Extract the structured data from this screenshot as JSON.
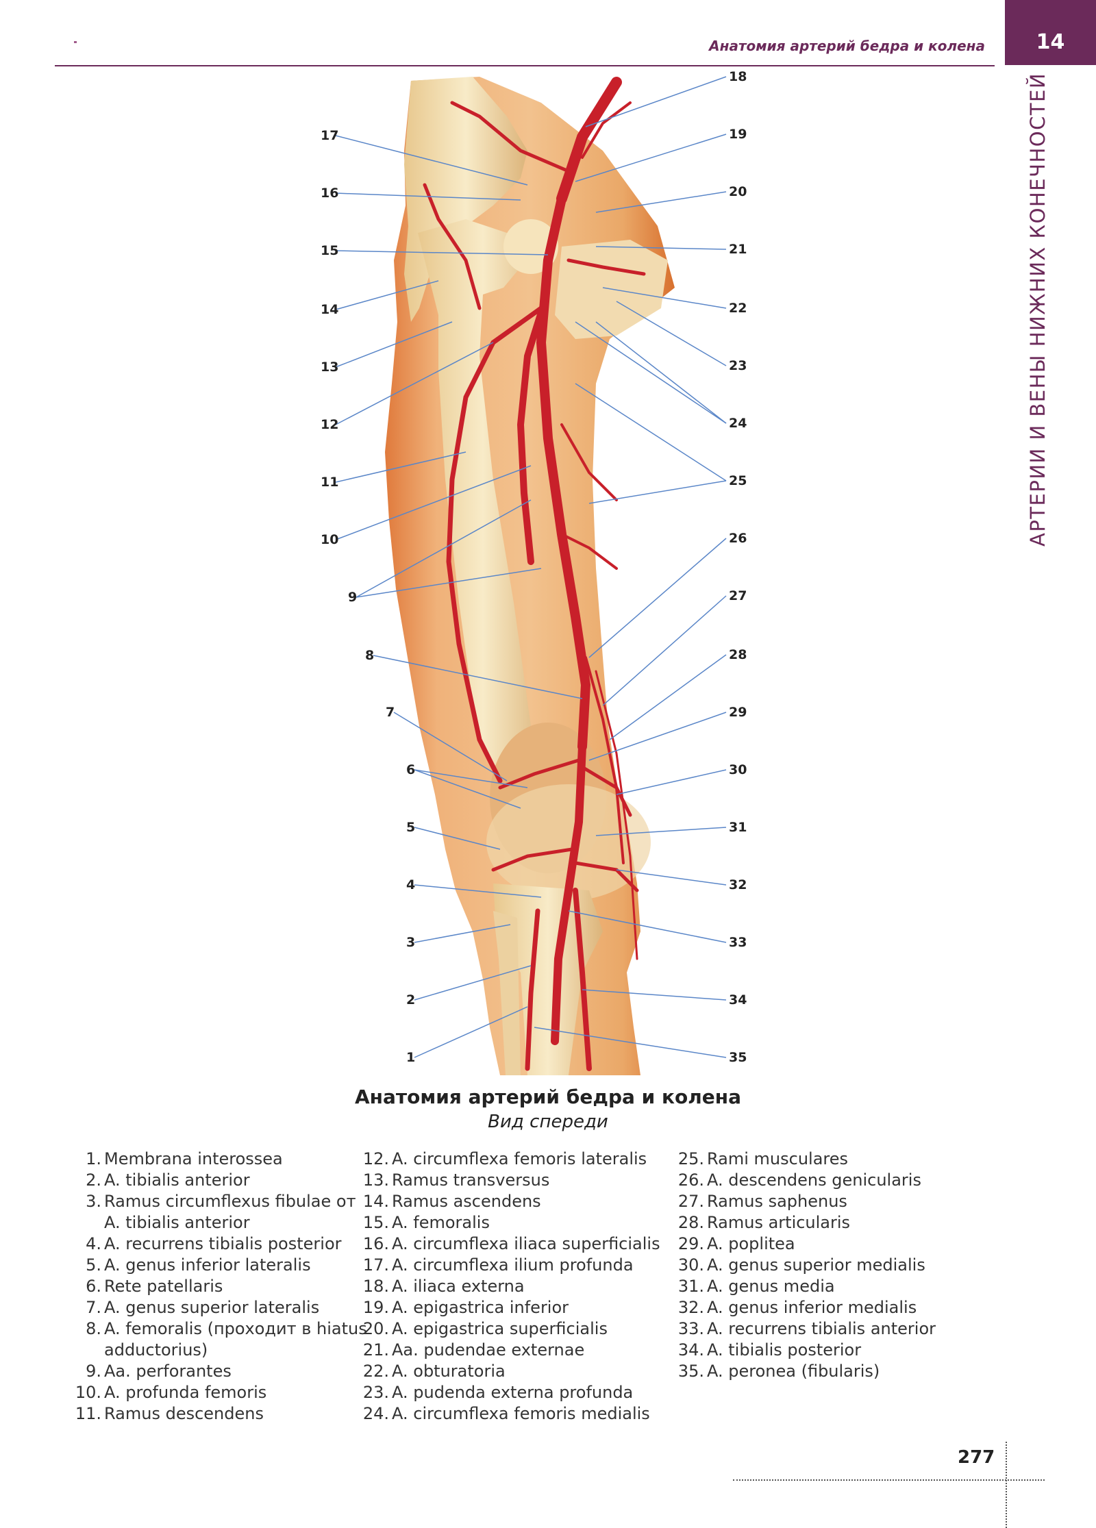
{
  "header": {
    "title": "Анатомия артерий бедра и колена",
    "chapter_number": "14",
    "side_text": "АРТЕРИИ И ВЕНЫ НИЖНИХ КОНЕЧНОСТЕЙ"
  },
  "figure": {
    "left_numbers": [
      "17",
      "16",
      "15",
      "14",
      "13",
      "12",
      "11",
      "10",
      "9",
      "8",
      "7",
      "6",
      "5",
      "4",
      "3",
      "2",
      "1"
    ],
    "right_numbers": [
      "18",
      "19",
      "20",
      "21",
      "22",
      "23",
      "24",
      "25",
      "26",
      "27",
      "28",
      "29",
      "30",
      "31",
      "32",
      "33",
      "34",
      "35"
    ]
  },
  "caption": {
    "title": "Анатомия артерий бедра и колена",
    "subtitle": "Вид спереди"
  },
  "legend": {
    "col1": [
      {
        "n": "1.",
        "t": "Membrana interossea"
      },
      {
        "n": "2.",
        "t": "A. tibialis anterior"
      },
      {
        "n": "3.",
        "t": "Ramus circumflexus fibulae от A. tibialis anterior"
      },
      {
        "n": "4.",
        "t": "A. recurrens tibialis posterior"
      },
      {
        "n": "5.",
        "t": "A. genus inferior lateralis"
      },
      {
        "n": "6.",
        "t": "Rete patellaris"
      },
      {
        "n": "7.",
        "t": "A. genus superior lateralis"
      },
      {
        "n": "8.",
        "t": "A. femoralis (проходит в hiatus adductorius)"
      },
      {
        "n": "9.",
        "t": "Aa. perforantes"
      },
      {
        "n": "10.",
        "t": "A. profunda femoris"
      },
      {
        "n": "11.",
        "t": "Ramus descendens"
      }
    ],
    "col2": [
      {
        "n": "12.",
        "t": "A. circumflexa femoris lateralis"
      },
      {
        "n": "13.",
        "t": "Ramus transversus"
      },
      {
        "n": "14.",
        "t": "Ramus ascendens"
      },
      {
        "n": "15.",
        "t": "A. femoralis"
      },
      {
        "n": "16.",
        "t": "A. circumflexa iliaca superficialis"
      },
      {
        "n": "17.",
        "t": "A. circumflexa ilium profunda"
      },
      {
        "n": "18.",
        "t": "A. iliaca externa"
      },
      {
        "n": "19.",
        "t": "A. epigastrica inferior"
      },
      {
        "n": "20.",
        "t": "A. epigastrica superficialis"
      },
      {
        "n": "21.",
        "t": "Aa. pudendae externae"
      },
      {
        "n": "22.",
        "t": "A. obturatoria"
      },
      {
        "n": "23.",
        "t": "A. pudenda externa profunda"
      },
      {
        "n": "24.",
        "t": "A. circumflexa femoris medialis"
      }
    ],
    "col3": [
      {
        "n": "25.",
        "t": "Rami musculares"
      },
      {
        "n": "26.",
        "t": "A. descendens genicularis"
      },
      {
        "n": "27.",
        "t": "Ramus saphenus"
      },
      {
        "n": "28.",
        "t": "Ramus articularis"
      },
      {
        "n": "29.",
        "t": "A. poplitea"
      },
      {
        "n": "30.",
        "t": "A. genus superior medialis"
      },
      {
        "n": "31.",
        "t": "A. genus media"
      },
      {
        "n": "32.",
        "t": "A. genus inferior medialis"
      },
      {
        "n": "33.",
        "t": "A. recurrens tibialis anterior"
      },
      {
        "n": "34.",
        "t": "A. tibialis posterior"
      },
      {
        "n": "35.",
        "t": "A. peronea (fibularis)"
      }
    ]
  },
  "page_number": "277",
  "colors": {
    "accent": "#6b2a5a",
    "artery": "#c8202a",
    "leader_line": "#5a86c8",
    "skin": "#eab680",
    "bone": "#f0dcae"
  }
}
